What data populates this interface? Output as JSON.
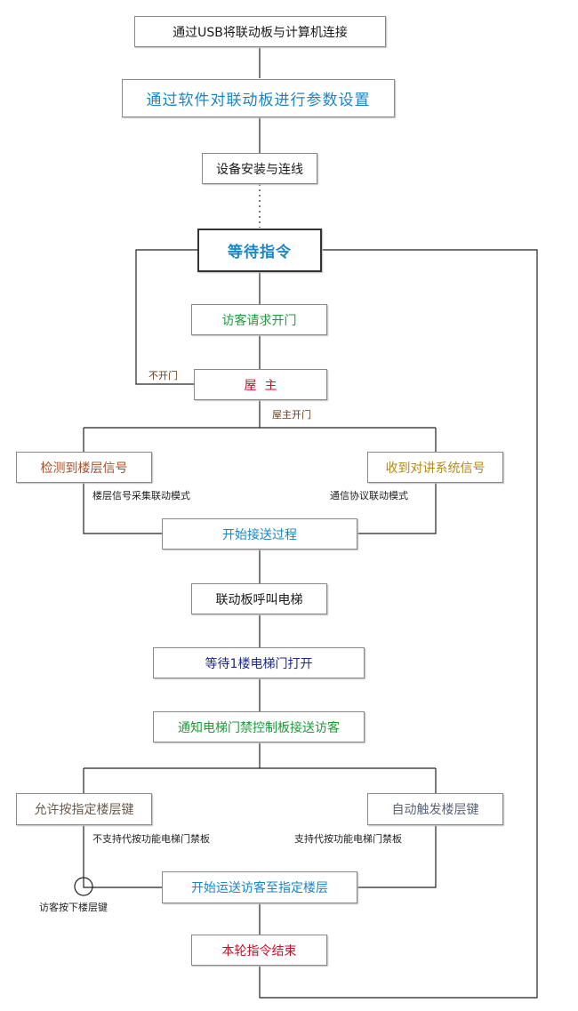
{
  "colors": {
    "black": "#1a1a1a",
    "blue": "#1a86c6",
    "green": "#1e9a3a",
    "red": "#c8102e",
    "brown": "#a0522d",
    "olive": "#b08a1a",
    "navy": "#1c2a8a",
    "slate": "#5a6478",
    "taupe": "#6b5a4a",
    "line": "#222222"
  },
  "nodes": {
    "usb": "通过USB将联动板与计算机连接",
    "software": "通过软件对联动板进行参数设置",
    "install": "设备安装与连线",
    "wait": "等待指令",
    "visitor": "访客请求开门",
    "owner": "屋  主",
    "detect_floor": "检测到楼层信号",
    "intercom": "收到对讲系统信号",
    "start_pickup": "开始接送过程",
    "call_elevator": "联动板呼叫电梯",
    "wait_door": "等待1楼电梯门打开",
    "notify": "通知电梯门禁控制板接送访客",
    "allow_press": "允许按指定楼层键",
    "auto_trigger": "自动触发楼层键",
    "start_transport": "开始运送访客至指定楼层",
    "end": "本轮指令结束"
  },
  "labels": {
    "no_open": "不开门",
    "owner_open": "屋主开门",
    "floor_mode": "楼层信号采集联动模式",
    "comm_mode": "通信协议联动模式",
    "no_proxy": "不支持代按功能电梯门禁板",
    "proxy": "支持代按功能电梯门禁板",
    "visitor_press": "访客按下楼层键"
  }
}
